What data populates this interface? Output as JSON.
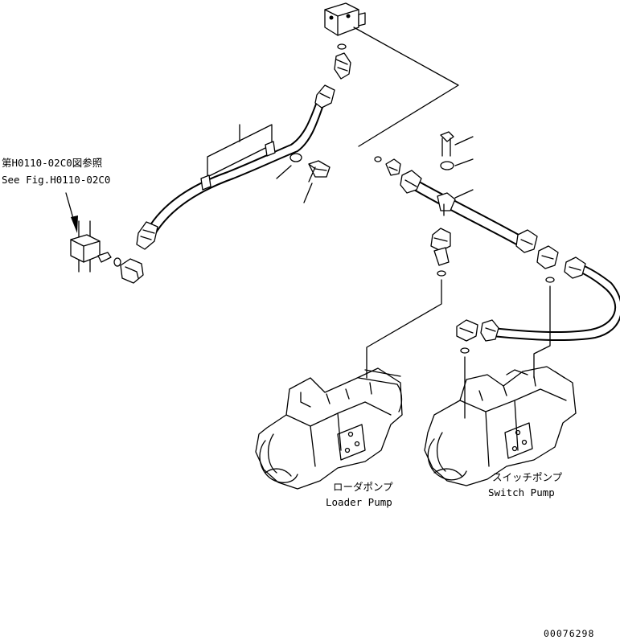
{
  "reference_note": {
    "line_jp": "第H0110-02C0図参照",
    "line_en": "See Fig.H0110-02C0"
  },
  "loader_pump": {
    "label_jp": "ローダポンプ",
    "label_en": "Loader Pump"
  },
  "switch_pump": {
    "label_jp": "スイッチポンプ",
    "label_en": "Switch Pump"
  },
  "drawing_number": "00076298"
}
